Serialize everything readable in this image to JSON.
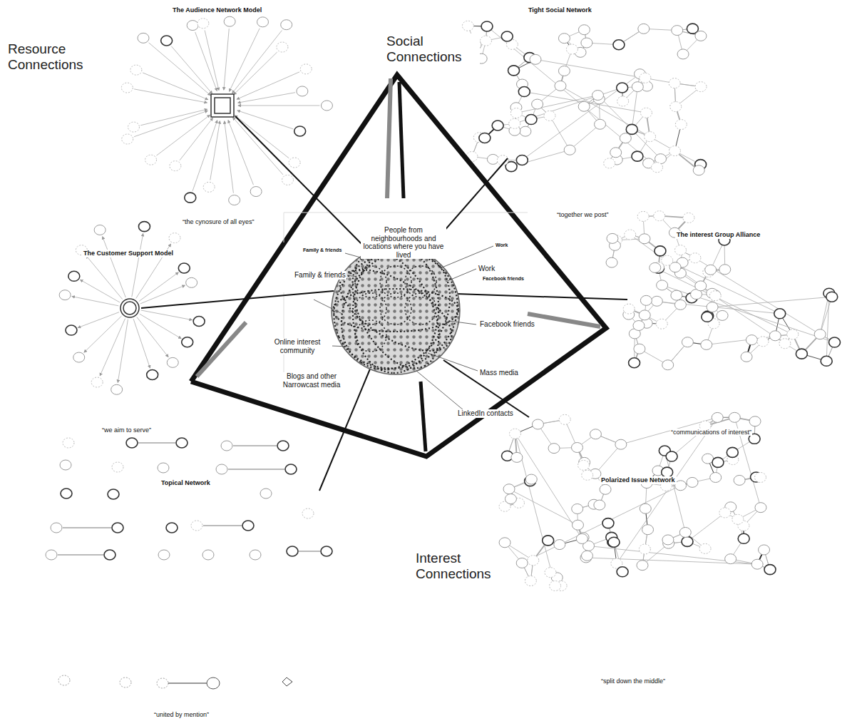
{
  "diagram": {
    "nodes": [
      {
        "text": [
          "The Audience Network Model"
        ]
      },
      {
        "text": [
          "Tight Social Network"
        ]
      },
      {
        "text": [
          "The Customer Support Model"
        ]
      },
      {
        "text": [
          "The interest Group Alliance"
        ]
      },
      {
        "text": [
          "Topical Network"
        ]
      },
      {
        "text": [
          "Polarized Issue Network"
        ]
      }
    ],
    "edges": [],
    "labels": [
      "Resource Connections",
      "Social Connections",
      "Interest Connections",
      "“the cynosure of all eyes”",
      "“together we post”",
      "“we aim to serve”",
      "“communications of interest”",
      "“split down the middle”",
      "“united by mention”",
      "People from neighbourhoods and locations where you have lived",
      "Family & friends",
      "Family & friends",
      "Work",
      "Work",
      "Facebook friends",
      "Facebook friends",
      "Online interest community",
      "Blogs and other Narrowcast media",
      "Mass media",
      "LinkedIn contacts"
    ]
  }
}
